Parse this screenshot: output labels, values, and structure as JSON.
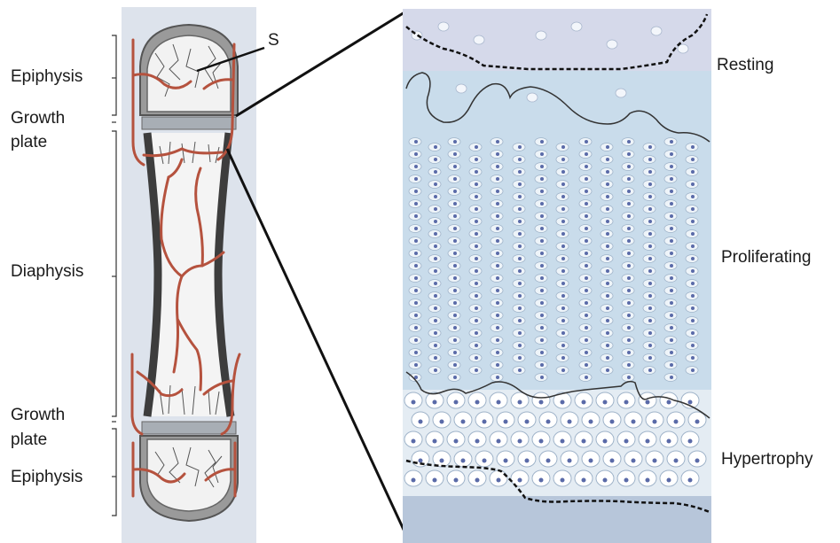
{
  "left_labels": {
    "epiphysis_top": "Epiphysis",
    "growth_plate_top_1": "Growth",
    "growth_plate_top_2": "plate",
    "diaphysis": "Diaphysis",
    "growth_plate_bottom_1": "Growth",
    "growth_plate_bottom_2": "plate",
    "epiphysis_bottom": "Epiphysis"
  },
  "marker_label": "S",
  "zones": {
    "resting": "Resting",
    "proliferating": "Proliferating",
    "hypertrophy": "Hypertrophy"
  },
  "colors": {
    "vessel": "#b5523e",
    "cortex": "#4a4a4a",
    "cartilage_bg": "#c9dceb",
    "cell_nucleus": "#5a6aa8"
  }
}
